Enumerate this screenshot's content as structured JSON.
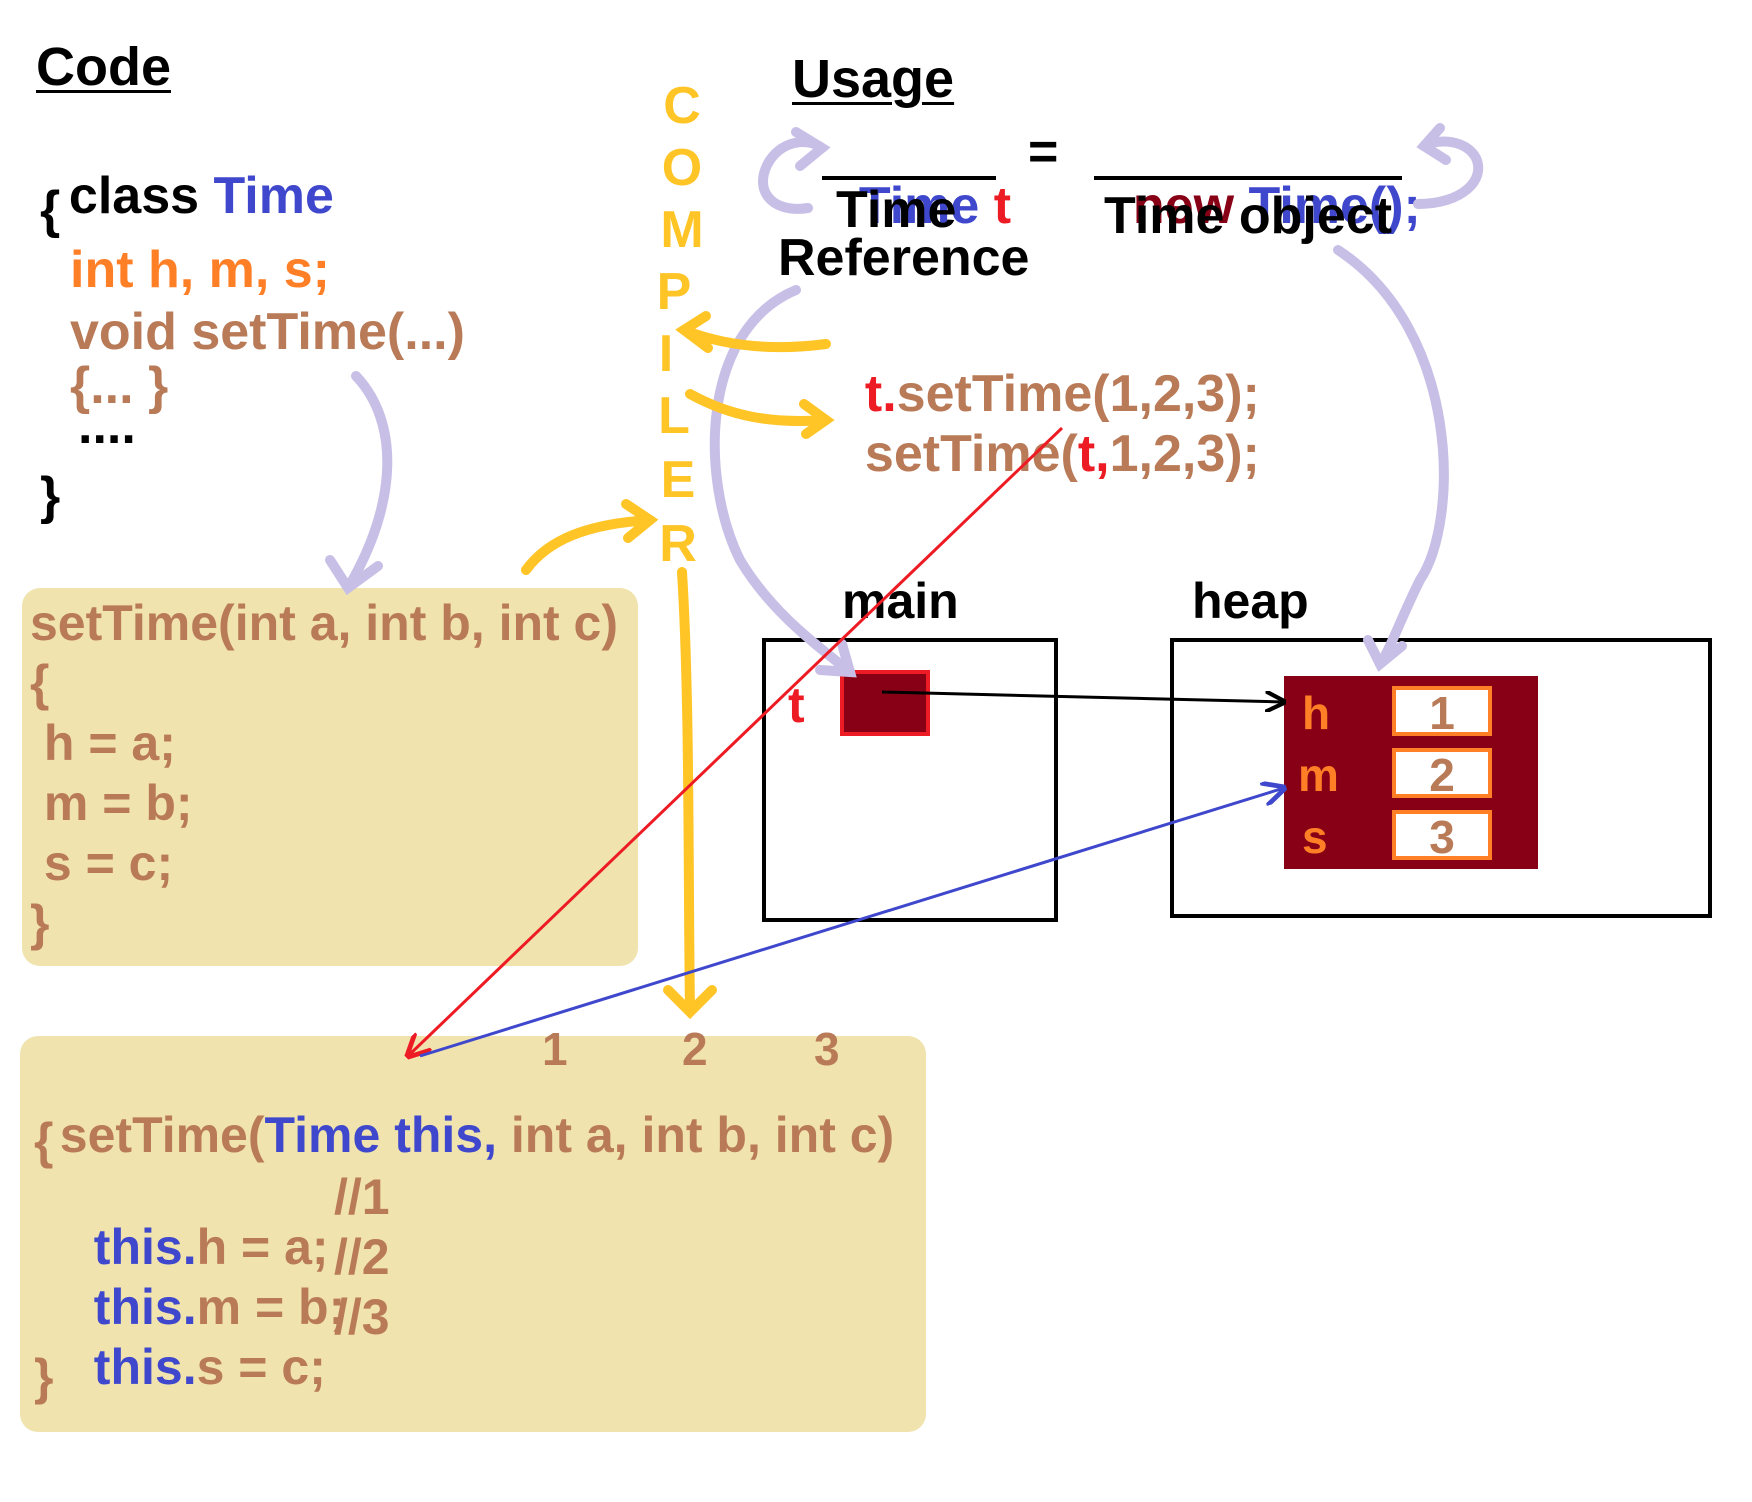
{
  "code_panel": {
    "heading": "Code",
    "class_kw": "class ",
    "class_name": "Time",
    "open_brace": "{",
    "fields": "int h, m, s;",
    "method_sig": "void setTime(...)",
    "method_body": "{... }",
    "ellipsis": "....",
    "close_brace": "}"
  },
  "usage": {
    "heading": "Usage",
    "ref_type": "Time",
    "ref_var": "t",
    "equals": "=",
    "new_kw": "new",
    "ctor": "Time();",
    "ref_caption_1": "Time",
    "ref_caption_2": "Reference",
    "obj_caption": "Time object",
    "call_obj": "t.",
    "call_rest": "setTime(1,2,3);",
    "compiled_fn": "setTime(",
    "compiled_this": "t,",
    "compiled_rest": "1,2,3);"
  },
  "compiler_letters": [
    "C",
    "O",
    "M",
    "P",
    "I",
    "L",
    "E",
    "R"
  ],
  "method_box": {
    "lines": [
      "setTime(int a, int b, int c)",
      "{",
      " h = a;",
      " m = b;",
      " s = c;",
      "}"
    ]
  },
  "this_box": {
    "sig_start": "setTime(",
    "sig_this": "Time this,",
    "sig_rest": " int a, int b, int c)",
    "open": "{",
    "line1_this": "this.",
    "line1_rest": "h = a;",
    "line1_comment": "//1",
    "line2_this": "this.",
    "line2_rest": "m = b;",
    "line2_comment": "//2",
    "line3_this": "this.",
    "line3_rest": "s = c;",
    "line3_comment": "//3",
    "close": "}",
    "step_numbers": [
      "1",
      "2",
      "3"
    ]
  },
  "memory": {
    "main_label": "main",
    "heap_label": "heap",
    "var_name": "t",
    "fields": [
      {
        "name": "h",
        "value": "1"
      },
      {
        "name": "m",
        "value": "2"
      },
      {
        "name": "s",
        "value": "3"
      }
    ]
  },
  "colors": {
    "blue": "#3f48cc",
    "red": "#ed1c24",
    "brown": "#b97a57",
    "orange": "#ff7f27",
    "maroon": "#880015",
    "yellow": "#ffc526",
    "lavender": "#c8bfe7",
    "beige": "#f0e3ae"
  }
}
